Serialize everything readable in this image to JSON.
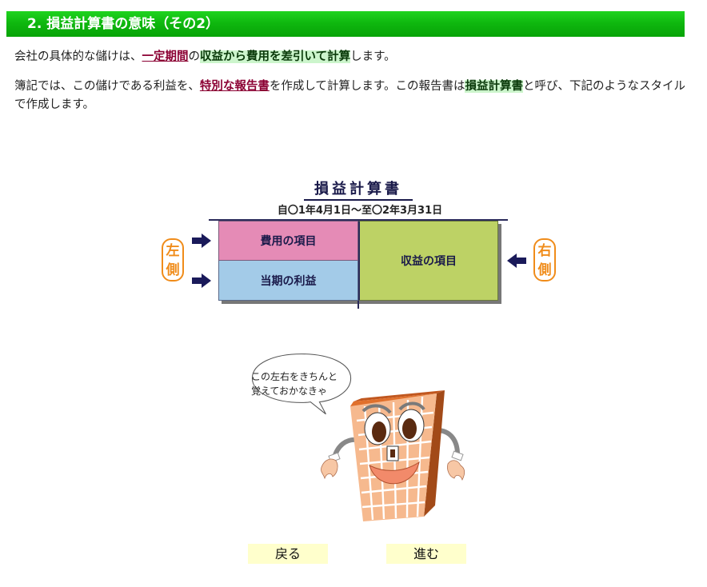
{
  "header": {
    "title": "2. 損益計算書の意味（その2）"
  },
  "intro": {
    "p1": {
      "t1": "会社の具体的な儲けは、",
      "k1": "一定期間",
      "t2": "の",
      "k2": "収益から費用を差引いて計算",
      "t3": "します。"
    },
    "p2": {
      "t1": "簿記では、この儲けである利益を、",
      "k1": "特別な報告書",
      "t2": "を作成して計算します。この報告書は",
      "k2": "損益計算書",
      "t3": "と呼び、下記のようなスタイルで作成します。"
    }
  },
  "diagram": {
    "title": "損益計算書",
    "period": "自〇1年4月1日～至〇2年3月31日",
    "cost_label": "費用の項目",
    "profit_label": "当期の利益",
    "revenue_label": "収益の項目",
    "left_label_1": "左",
    "left_label_2": "側",
    "right_label_1": "右",
    "right_label_2": "側"
  },
  "mascot": {
    "speech_line1": "この左右をきちんと",
    "speech_line2": "覚えておかなきゃ"
  },
  "nav": {
    "back_label": "戻る",
    "next_label": "進む"
  },
  "colors": {
    "header_green": "#0fb80f",
    "keyword_red": "#8b0033",
    "keyword_green_bg": "#ccf5cc",
    "cost_pink": "#e58bb6",
    "profit_blue": "#a3cbe8",
    "revenue_green": "#bdd265",
    "side_orange": "#f08c1a",
    "button_yellow": "#ffffcc"
  }
}
